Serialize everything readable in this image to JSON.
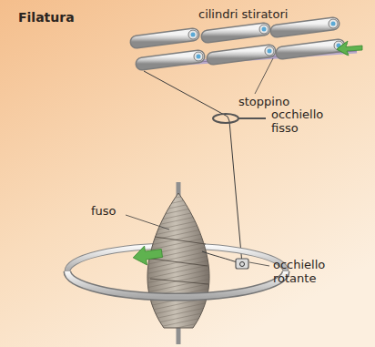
{
  "diagram": {
    "title": "Filatura",
    "labels": [
      "cilindri stiratori",
      "stoppino",
      "occhiello fisso",
      "fuso",
      "occhiello rotante"
    ]
  }
}
